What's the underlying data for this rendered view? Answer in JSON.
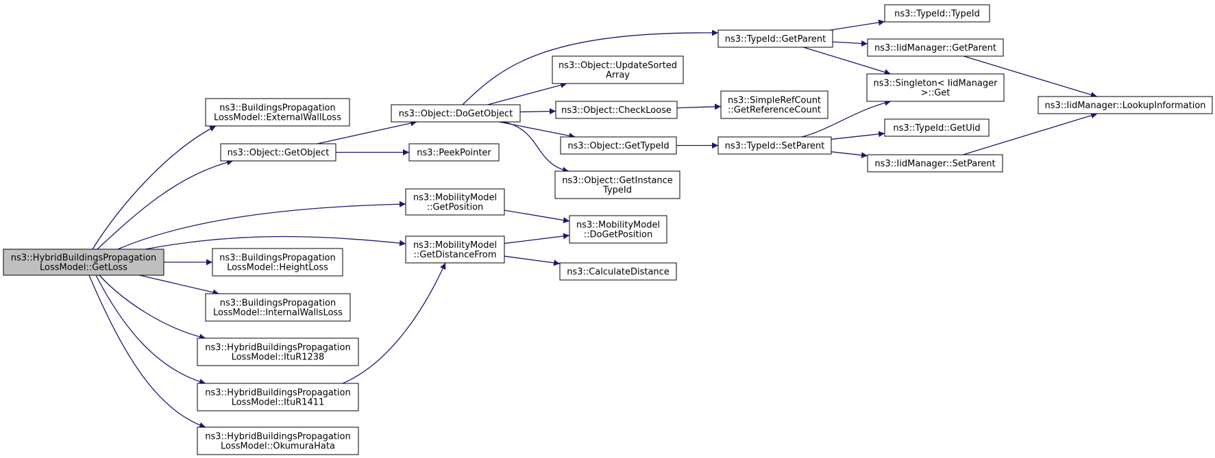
{
  "colors": {
    "edge": "#191970",
    "node_border": "#000000",
    "node_fill": "#ffffff",
    "root_fill": "#bfbfbf",
    "text": "#000000"
  },
  "nodes": [
    {
      "id": "root",
      "lines": [
        "ns3::HybridBuildingsPropagation",
        "LossModel::GetLoss"
      ],
      "highlight": true
    },
    {
      "id": "extwall",
      "lines": [
        "ns3::BuildingsPropagation",
        "LossModel::ExternalWallLoss"
      ]
    },
    {
      "id": "getobject",
      "lines": [
        "ns3::Object::GetObject"
      ]
    },
    {
      "id": "dogetobject",
      "lines": [
        "ns3::Object::DoGetObject"
      ]
    },
    {
      "id": "peekpointer",
      "lines": [
        "ns3::PeekPointer"
      ]
    },
    {
      "id": "getposition",
      "lines": [
        "ns3::MobilityModel",
        "::GetPosition"
      ]
    },
    {
      "id": "getdistancefrom",
      "lines": [
        "ns3::MobilityModel",
        "::GetDistanceFrom"
      ]
    },
    {
      "id": "heightloss",
      "lines": [
        "ns3::BuildingsPropagation",
        "LossModel::HeightLoss"
      ]
    },
    {
      "id": "internalwalls",
      "lines": [
        "ns3::BuildingsPropagation",
        "LossModel::InternalWallsLoss"
      ]
    },
    {
      "id": "itur1238",
      "lines": [
        "ns3::HybridBuildingsPropagation",
        "LossModel::ItuR1238"
      ]
    },
    {
      "id": "itur1411",
      "lines": [
        "ns3::HybridBuildingsPropagation",
        "LossModel::ItuR1411"
      ]
    },
    {
      "id": "okumura",
      "lines": [
        "ns3::HybridBuildingsPropagation",
        "LossModel::OkumuraHata"
      ]
    },
    {
      "id": "updatesorted",
      "lines": [
        "ns3::Object::UpdateSorted",
        "Array"
      ]
    },
    {
      "id": "checkloose",
      "lines": [
        "ns3::Object::CheckLoose"
      ]
    },
    {
      "id": "gettypeid",
      "lines": [
        "ns3::Object::GetTypeId"
      ]
    },
    {
      "id": "getinstancetypeid",
      "lines": [
        "ns3::Object::GetInstance",
        "TypeId"
      ]
    },
    {
      "id": "dogetposition",
      "lines": [
        "ns3::MobilityModel",
        "::DoGetPosition"
      ]
    },
    {
      "id": "calcdistance",
      "lines": [
        "ns3::CalculateDistance"
      ]
    },
    {
      "id": "typeidgetparent",
      "lines": [
        "ns3::TypeId::GetParent"
      ]
    },
    {
      "id": "getrefcount",
      "lines": [
        "ns3::SimpleRefCount",
        "::GetReferenceCount"
      ]
    },
    {
      "id": "setparent",
      "lines": [
        "ns3::TypeId::SetParent"
      ]
    },
    {
      "id": "typeidctor",
      "lines": [
        "ns3::TypeId::TypeId"
      ]
    },
    {
      "id": "iidgetparent",
      "lines": [
        "ns3::IidManager::GetParent"
      ]
    },
    {
      "id": "singletonget",
      "lines": [
        "ns3::Singleton< IidManager",
        " >::Get"
      ]
    },
    {
      "id": "getuid",
      "lines": [
        "ns3::TypeId::GetUid"
      ]
    },
    {
      "id": "iidsetparent",
      "lines": [
        "ns3::IidManager::SetParent"
      ]
    },
    {
      "id": "lookupinfo",
      "lines": [
        "ns3::IidManager::LookupInformation"
      ]
    }
  ],
  "edges": [
    [
      "root",
      "extwall"
    ],
    [
      "root",
      "getobject"
    ],
    [
      "root",
      "getposition"
    ],
    [
      "root",
      "getdistancefrom"
    ],
    [
      "root",
      "heightloss"
    ],
    [
      "root",
      "internalwalls"
    ],
    [
      "root",
      "itur1238"
    ],
    [
      "root",
      "itur1411"
    ],
    [
      "root",
      "okumura"
    ],
    [
      "getobject",
      "dogetobject"
    ],
    [
      "getobject",
      "peekpointer"
    ],
    [
      "dogetobject",
      "typeidgetparent"
    ],
    [
      "dogetobject",
      "updatesorted"
    ],
    [
      "dogetobject",
      "checkloose"
    ],
    [
      "dogetobject",
      "gettypeid"
    ],
    [
      "dogetobject",
      "getinstancetypeid"
    ],
    [
      "getposition",
      "dogetposition"
    ],
    [
      "getdistancefrom",
      "dogetposition"
    ],
    [
      "getdistancefrom",
      "calcdistance"
    ],
    [
      "itur1411",
      "getdistancefrom"
    ],
    [
      "checkloose",
      "getrefcount"
    ],
    [
      "gettypeid",
      "setparent"
    ],
    [
      "typeidgetparent",
      "typeidctor"
    ],
    [
      "typeidgetparent",
      "iidgetparent"
    ],
    [
      "typeidgetparent",
      "singletonget"
    ],
    [
      "setparent",
      "singletonget"
    ],
    [
      "setparent",
      "getuid"
    ],
    [
      "setparent",
      "iidsetparent"
    ],
    [
      "iidgetparent",
      "lookupinfo"
    ],
    [
      "iidsetparent",
      "lookupinfo"
    ]
  ]
}
